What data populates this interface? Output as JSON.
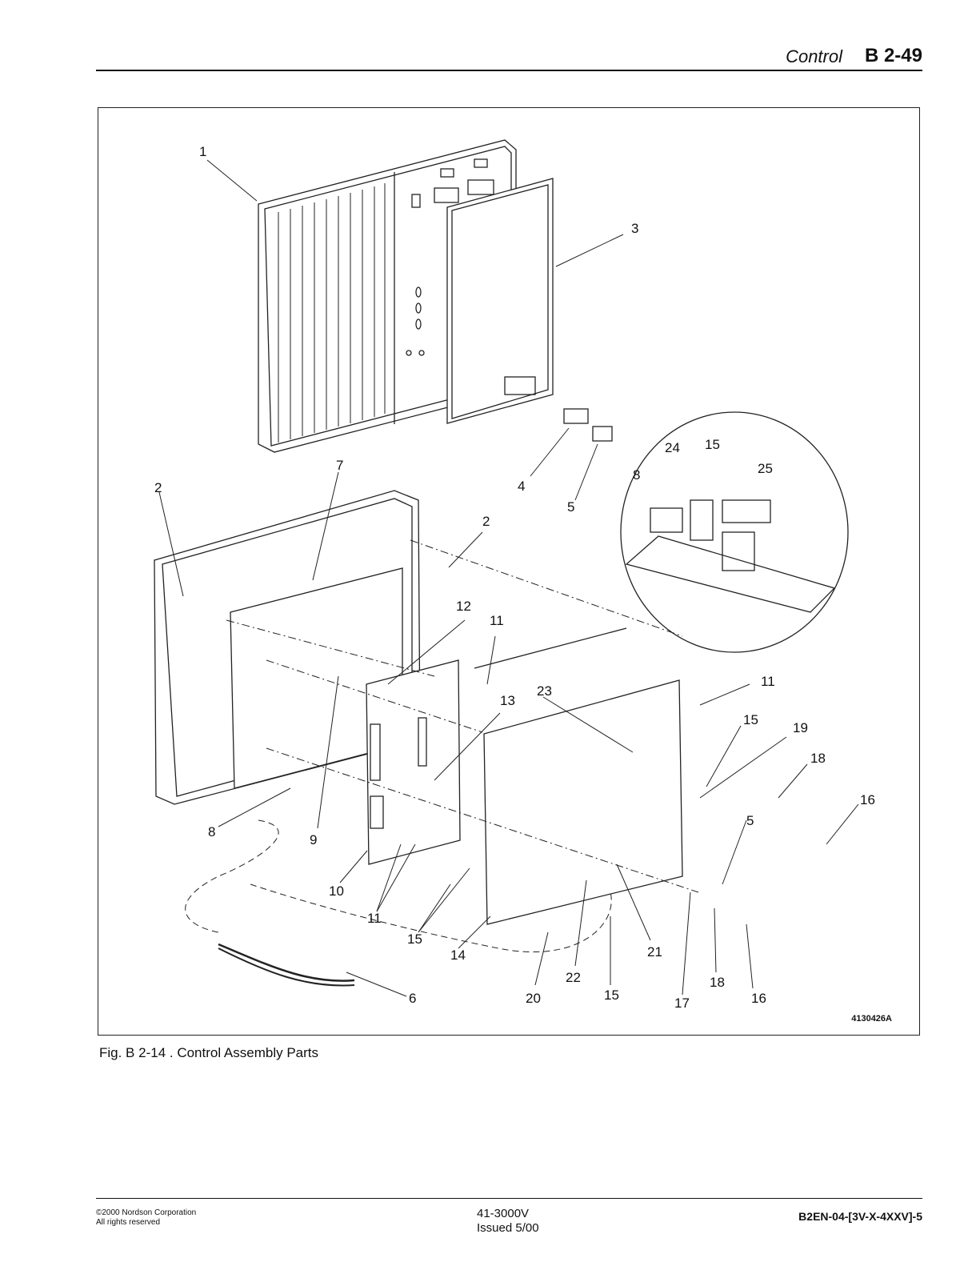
{
  "header": {
    "section": "Control",
    "page": "B 2-49"
  },
  "figure": {
    "drawing_number": "4130426A",
    "caption": "Fig. B 2-14 . Control Assembly Parts",
    "callouts": [
      "1",
      "3",
      "7",
      "2",
      "4",
      "5",
      "24",
      "15",
      "8",
      "25",
      "2",
      "12",
      "11",
      "11",
      "23",
      "13",
      "15",
      "19",
      "18",
      "16",
      "8",
      "9",
      "5",
      "10",
      "11",
      "15",
      "14",
      "21",
      "22",
      "20",
      "15",
      "18",
      "17",
      "16",
      "6"
    ]
  },
  "footer": {
    "copyright": "©2000 Nordson Corporation",
    "rights": "All rights reserved",
    "doc_number": "41-3000V",
    "issued": "Issued 5/00",
    "code": "B2EN-04-[3V-X-4XXV]-5"
  }
}
